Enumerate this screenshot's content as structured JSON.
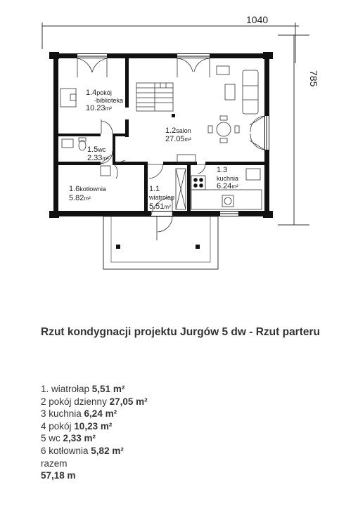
{
  "plan": {
    "dimension_width": "1040",
    "dimension_height": "785",
    "rooms": [
      {
        "id": "1.4",
        "name": "pokój",
        "name2": "-biblioteka",
        "area": "10.23",
        "unit": "m²"
      },
      {
        "id": "1.5",
        "name": "wc",
        "area": "2.33",
        "unit": "m²"
      },
      {
        "id": "1.6",
        "name": "kotłownia",
        "area": "5.82",
        "unit": "m²"
      },
      {
        "id": "1.1",
        "name": "wiatrołap",
        "area": "5.51",
        "unit": "m²"
      },
      {
        "id": "1.2",
        "name": "salon",
        "area": "27.05",
        "unit": "m²"
      },
      {
        "id": "1.3",
        "name": "kuchnia",
        "area": "6.24",
        "unit": "m²"
      }
    ]
  },
  "caption": "Rzut kondygnacji projektu Jurgów 5 dw - Rzut parteru",
  "summary": [
    {
      "label": "1.  wiatrołap ",
      "value": "5,51 m²"
    },
    {
      "label": "2 pokój dzienny ",
      "value": "27,05 m²"
    },
    {
      "label": "3 kuchnia ",
      "value": "6,24 m²"
    },
    {
      "label": "4 pokój ",
      "value": "10,23 m²"
    },
    {
      "label": "5 wc ",
      "value": "2,33 m²"
    },
    {
      "label": "6 kotłownia ",
      "value": "5,82 m²"
    },
    {
      "label": "razem",
      "value": ""
    },
    {
      "label": "",
      "value": "57,18 m"
    }
  ]
}
